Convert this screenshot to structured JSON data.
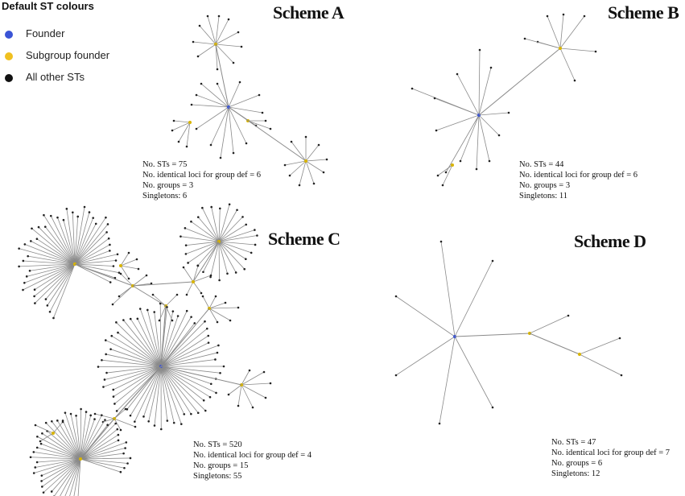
{
  "legend": {
    "title": "Default ST colours",
    "items": [
      {
        "label": "Founder",
        "color": "#3a54d6"
      },
      {
        "label": "Subgroup founder",
        "color": "#f0c020"
      },
      {
        "label": "All other STs",
        "color": "#111111"
      }
    ]
  },
  "schemes": [
    {
      "title": "Scheme A",
      "stats": [
        "No. STs = 75",
        "No. identical loci for group def = 6",
        "No. groups = 3",
        "Singletons: 6"
      ]
    },
    {
      "title": "Scheme B",
      "stats": [
        "No. STs = 44",
        "No. identical loci for group def = 6",
        "No. groups = 3",
        "Singletons: 11"
      ]
    },
    {
      "title": "Scheme C",
      "stats": [
        "No. STs = 520",
        "No. identical loci for group def = 4",
        "No. groups = 15",
        "Singletons: 55"
      ]
    },
    {
      "title": "Scheme D",
      "stats": [
        "No. STs = 47",
        "No. identical loci for group def = 7",
        "No. groups = 6",
        "Singletons: 12"
      ]
    }
  ],
  "colors": {
    "edge": "#8a8a8a",
    "node": "#222222",
    "founder": "#3a54d6",
    "subgroup": "#d8b400"
  }
}
